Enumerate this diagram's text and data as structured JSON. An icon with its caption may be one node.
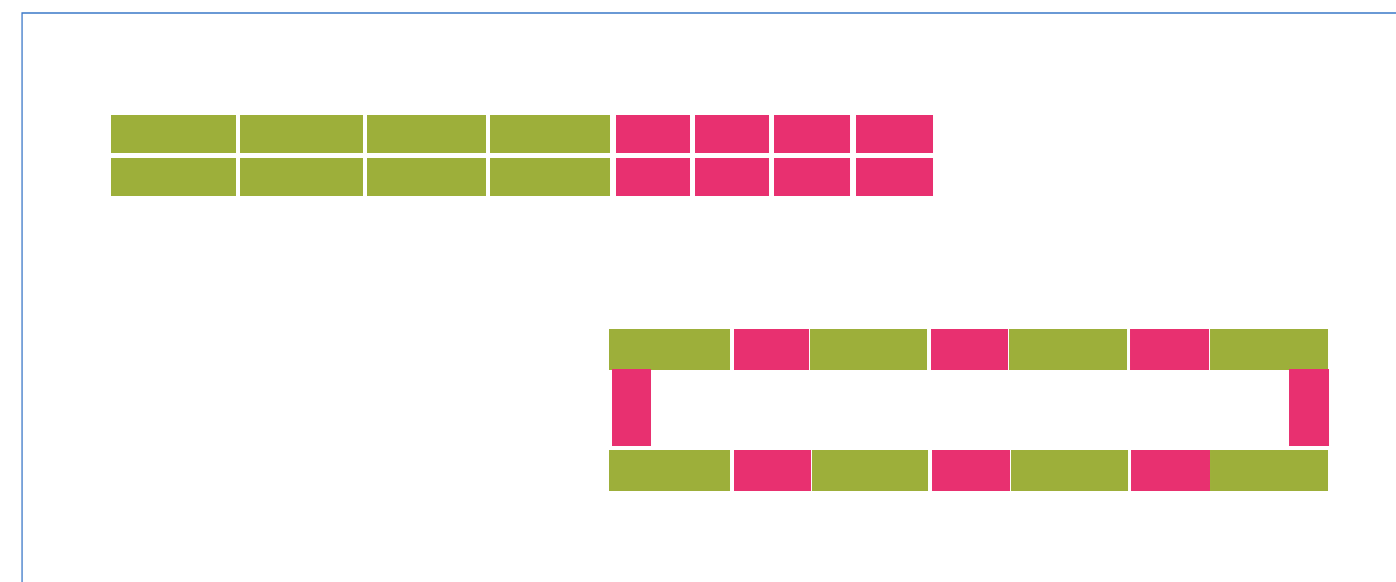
{
  "diagram": {
    "nodes": [
      {
        "text": [],
        "shape": "box"
      },
      {
        "text": [],
        "shape": "box"
      },
      {
        "text": [],
        "shape": "box"
      },
      {
        "text": [],
        "shape": "box"
      },
      {
        "text": [],
        "shape": "box"
      },
      {
        "text": [],
        "shape": "box"
      },
      {
        "text": [],
        "shape": "box"
      },
      {
        "text": [],
        "shape": "box"
      },
      {
        "text": [],
        "shape": "box"
      },
      {
        "text": [],
        "shape": "box"
      },
      {
        "text": [],
        "shape": "box"
      },
      {
        "text": [],
        "shape": "box"
      },
      {
        "text": [],
        "shape": "box"
      },
      {
        "text": [],
        "shape": "box"
      },
      {
        "text": [],
        "shape": "box"
      },
      {
        "text": [],
        "shape": "box"
      },
      {
        "text": [],
        "shape": "box"
      },
      {
        "text": [],
        "shape": "box"
      },
      {
        "text": [],
        "shape": "box"
      },
      {
        "text": [],
        "shape": "box"
      },
      {
        "text": [],
        "shape": "box"
      },
      {
        "text": [],
        "shape": "box"
      },
      {
        "text": [],
        "shape": "box"
      },
      {
        "text": [],
        "shape": "box"
      },
      {
        "text": [],
        "shape": "box"
      },
      {
        "text": [],
        "shape": "box"
      },
      {
        "text": [],
        "shape": "box"
      },
      {
        "text": [],
        "shape": "box"
      },
      {
        "text": [],
        "shape": "box"
      },
      {
        "text": [],
        "shape": "box"
      },
      {
        "text": [],
        "shape": "box"
      },
      {
        "text": [],
        "shape": "box"
      }
    ]
  }
}
